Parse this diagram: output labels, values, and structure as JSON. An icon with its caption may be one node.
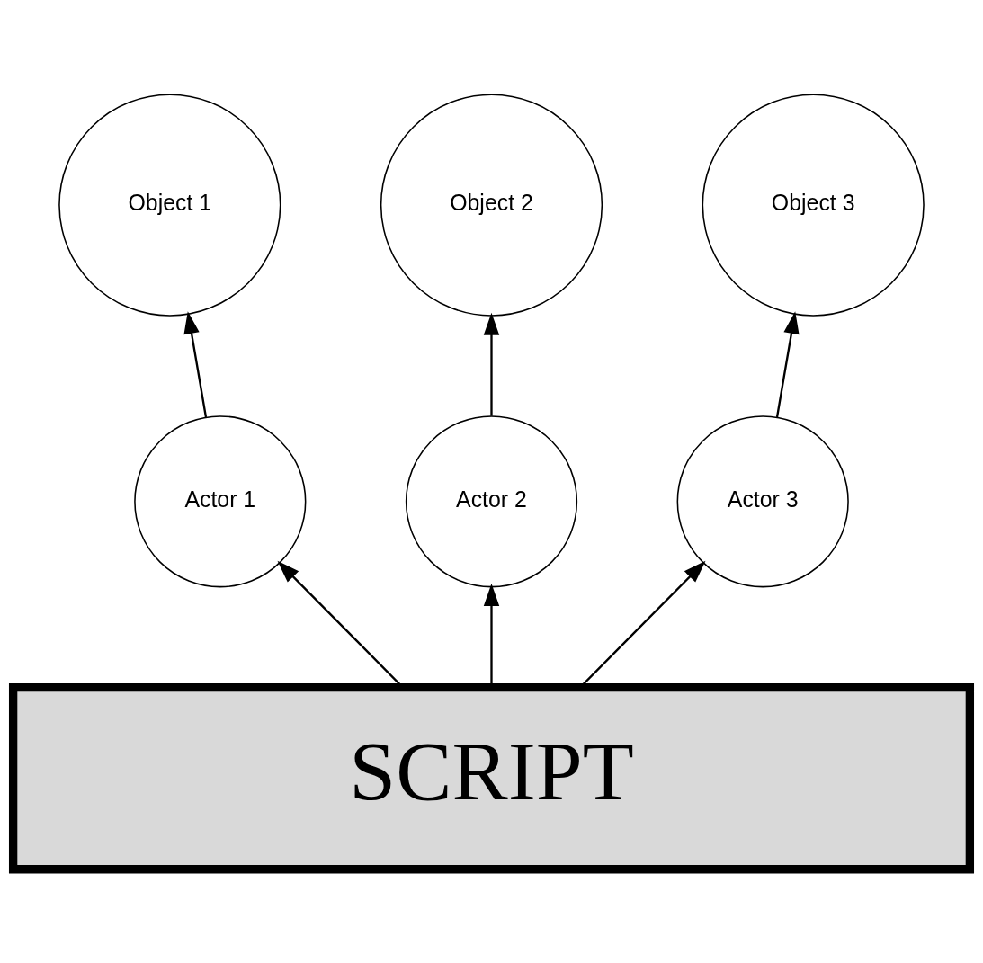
{
  "diagram": {
    "nodes": [
      {
        "text": [
          "Object 1"
        ]
      },
      {
        "text": [
          "Object 2"
        ]
      },
      {
        "text": [
          "Object 3"
        ]
      },
      {
        "text": [
          "Actor 1"
        ]
      },
      {
        "text": [
          "Actor 2"
        ]
      },
      {
        "text": [
          "Actor 3"
        ]
      },
      {
        "text": [
          "SCRIPT"
        ]
      }
    ],
    "edges": [
      {
        "from": 3,
        "to": 0,
        "arrow": "to"
      },
      {
        "from": 4,
        "to": 1,
        "arrow": "to"
      },
      {
        "from": 5,
        "to": 2,
        "arrow": "to"
      },
      {
        "from": 6,
        "to": 3,
        "arrow": "to"
      },
      {
        "from": 6,
        "to": 4,
        "arrow": "to"
      },
      {
        "from": 6,
        "to": 5,
        "arrow": "to"
      }
    ]
  }
}
